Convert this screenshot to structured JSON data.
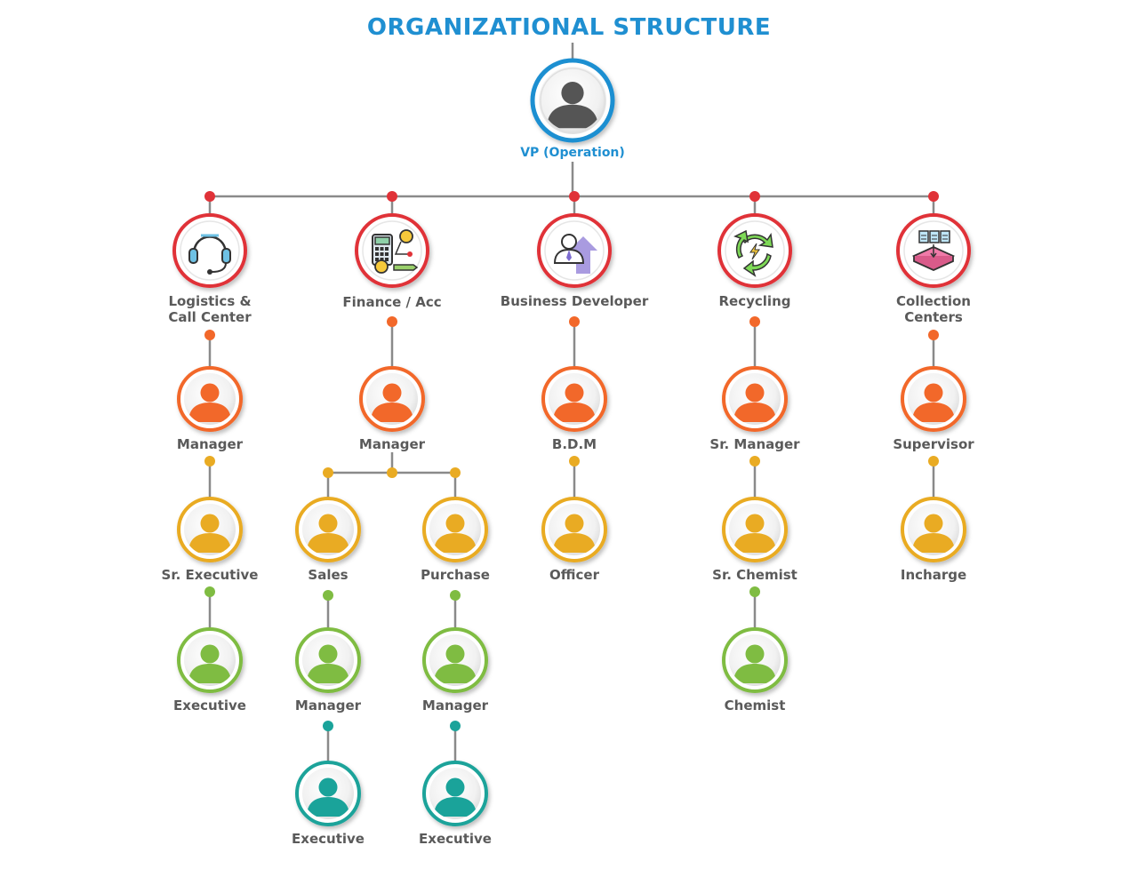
{
  "title": "ORGANIZATIONAL STRUCTURE",
  "colors": {
    "title": "#1f8fd1",
    "vp_ring": "#1f8fd1",
    "dept_ring": "#e03238",
    "level1": "#f2682a",
    "level2": "#e9ab23",
    "level3": "#7fbc42",
    "level4": "#1aa39a",
    "line": "#8a8a8a",
    "label": "#5a5a5a",
    "vp_label": "#1f8fd1"
  },
  "vp": {
    "label": "VP (Operation)",
    "icon": "person-icon"
  },
  "departments": [
    {
      "label_lines": [
        "Logistics &",
        "Call Center"
      ],
      "icon": "headset-icon",
      "chain": [
        "Manager",
        "Sr. Executive",
        "Executive"
      ]
    },
    {
      "label_lines": [
        "Finance / Acc"
      ],
      "icon": "calculator-finance-icon",
      "chain": [
        "Manager"
      ],
      "branches": [
        {
          "chain": [
            "Sales",
            "Manager",
            "Executive"
          ]
        },
        {
          "chain": [
            "Purchase",
            "Manager",
            "Executive"
          ]
        }
      ]
    },
    {
      "label_lines": [
        "Business Developer"
      ],
      "icon": "business-growth-icon",
      "chain": [
        "B.D.M",
        "Officer"
      ]
    },
    {
      "label_lines": [
        "Recycling"
      ],
      "icon": "recycling-icon",
      "chain": [
        "Sr. Manager",
        "Sr. Chemist",
        "Chemist"
      ]
    },
    {
      "label_lines": [
        "Collection",
        "Centers"
      ],
      "icon": "collection-files-icon",
      "chain": [
        "Supervisor",
        "Incharge"
      ]
    }
  ]
}
